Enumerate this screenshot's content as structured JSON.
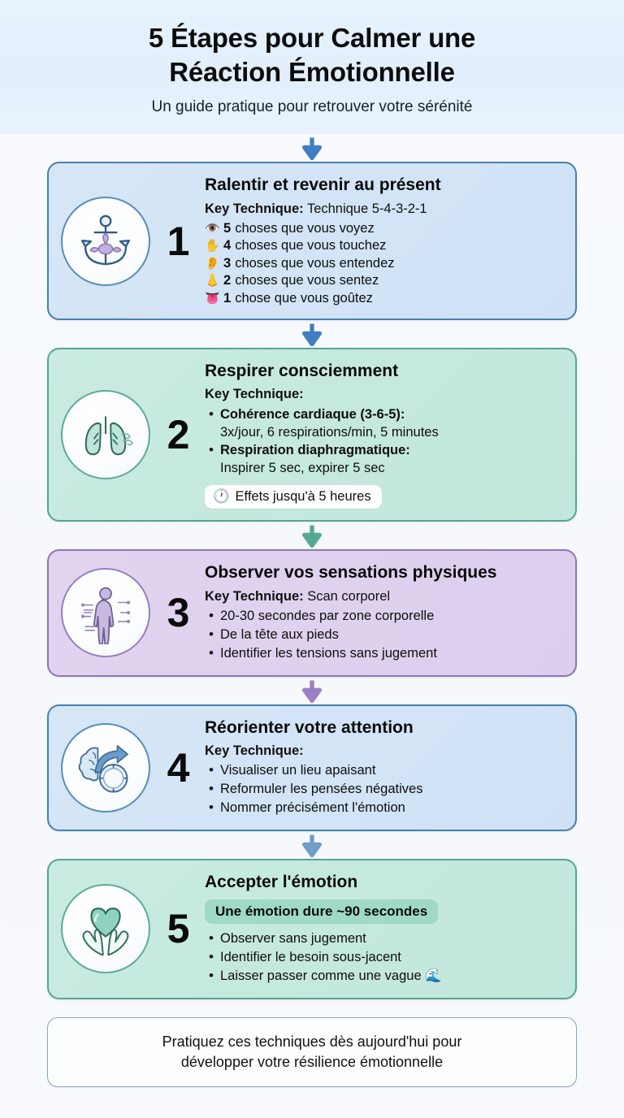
{
  "header": {
    "title_line1": "5 Étapes pour Calmer une",
    "title_line2": "Réaction Émotionnelle",
    "subtitle": "Un guide pratique pour retrouver votre sérénité"
  },
  "colors": {
    "header_bg": "#e3f0fb",
    "page_bg": "#f7f9fc",
    "blue_card_bg": "#d3e4f5",
    "blue_card_border": "#4a7fae",
    "green_card_bg": "#c5e9df",
    "green_card_border": "#54a693",
    "purple_card_bg": "#ddd0ee",
    "purple_card_border": "#8e76b8",
    "arrow_blue": "#3f7fc1",
    "arrow_green": "#53a995",
    "arrow_purple": "#9a80c4",
    "badge_green": "#9fd9c8"
  },
  "connectors": [
    {
      "name": "connector-header-to-1",
      "color": "#3f7fc1"
    },
    {
      "name": "connector-1-to-2",
      "color": "#3f7fc1"
    },
    {
      "name": "connector-2-to-3",
      "color": "#53a995"
    },
    {
      "name": "connector-3-to-4",
      "color": "#9a80c4"
    },
    {
      "name": "connector-4-to-5",
      "color": "#6f9ec7"
    }
  ],
  "steps": [
    {
      "number": "1",
      "theme": "blue",
      "icon": "anchor-lotus-icon",
      "title": "Ralentir et revenir au présent",
      "key_technique_label": "Key Technique:",
      "key_technique_value": "Technique 5-4-3-2-1",
      "senses": [
        {
          "emoji": "👁️",
          "icon_name": "eye-icon",
          "count": "5",
          "text": "choses que vous voyez"
        },
        {
          "emoji": "✋",
          "icon_name": "hand-icon",
          "count": "4",
          "text": "choses que vous touchez"
        },
        {
          "emoji": "👂",
          "icon_name": "ear-icon",
          "count": "3",
          "text": "choses que vous entendez"
        },
        {
          "emoji": "👃",
          "icon_name": "nose-icon",
          "count": "2",
          "text": "choses que vous sentez"
        },
        {
          "emoji": "👅",
          "icon_name": "tongue-icon",
          "count": "1",
          "text": "chose que vous goûtez"
        }
      ]
    },
    {
      "number": "2",
      "theme": "green",
      "icon": "lungs-icon",
      "title": "Respirer consciemment",
      "key_technique_label": "Key Technique:",
      "key_technique_value": "",
      "bullets": [
        {
          "bold": "Cohérence cardiaque (3-6-5):",
          "sub": "3x/jour, 6 respirations/min, 5 minutes"
        },
        {
          "bold": "Respiration diaphragmatique:",
          "sub": "Inspirer 5 sec, expirer 5 sec"
        }
      ],
      "badge": {
        "emoji": "🕐",
        "icon_name": "clock-icon",
        "text": "Effets jusqu'à 5 heures",
        "style": "white"
      }
    },
    {
      "number": "3",
      "theme": "purple",
      "icon": "body-scan-icon",
      "title": "Observer vos sensations physiques",
      "key_technique_label": "Key Technique:",
      "key_technique_value": "Scan corporel",
      "bullets": [
        {
          "bold": "",
          "sub": "20-30 secondes par zone corporelle"
        },
        {
          "bold": "",
          "sub": "De la tête aux pieds"
        },
        {
          "bold": "",
          "sub": "Identifier les tensions sans jugement"
        }
      ]
    },
    {
      "number": "4",
      "theme": "blue",
      "icon": "brain-compass-icon",
      "title": "Réorienter votre attention",
      "key_technique_label": "Key Technique:",
      "key_technique_value": "",
      "bullets": [
        {
          "bold": "",
          "sub": "Visualiser un lieu apaisant"
        },
        {
          "bold": "",
          "sub": "Reformuler les pensées négatives"
        },
        {
          "bold": "",
          "sub": "Nommer précisément l'émotion"
        }
      ]
    },
    {
      "number": "5",
      "theme": "green",
      "icon": "heart-hands-icon",
      "title": "Accepter l'émotion",
      "badge": {
        "emoji": "",
        "icon_name": "",
        "text": "Une émotion dure ~90 secondes",
        "style": "green"
      },
      "bullets": [
        {
          "bold": "",
          "sub": "Observer sans jugement"
        },
        {
          "bold": "",
          "sub": "Identifier le besoin sous-jacent"
        },
        {
          "bold": "",
          "sub": "Laisser passer comme une vague 🌊"
        }
      ]
    }
  ],
  "footer": {
    "line1": "Pratiquez ces techniques dès aujourd'hui pour",
    "line2": "développer votre résilience émotionnelle"
  }
}
